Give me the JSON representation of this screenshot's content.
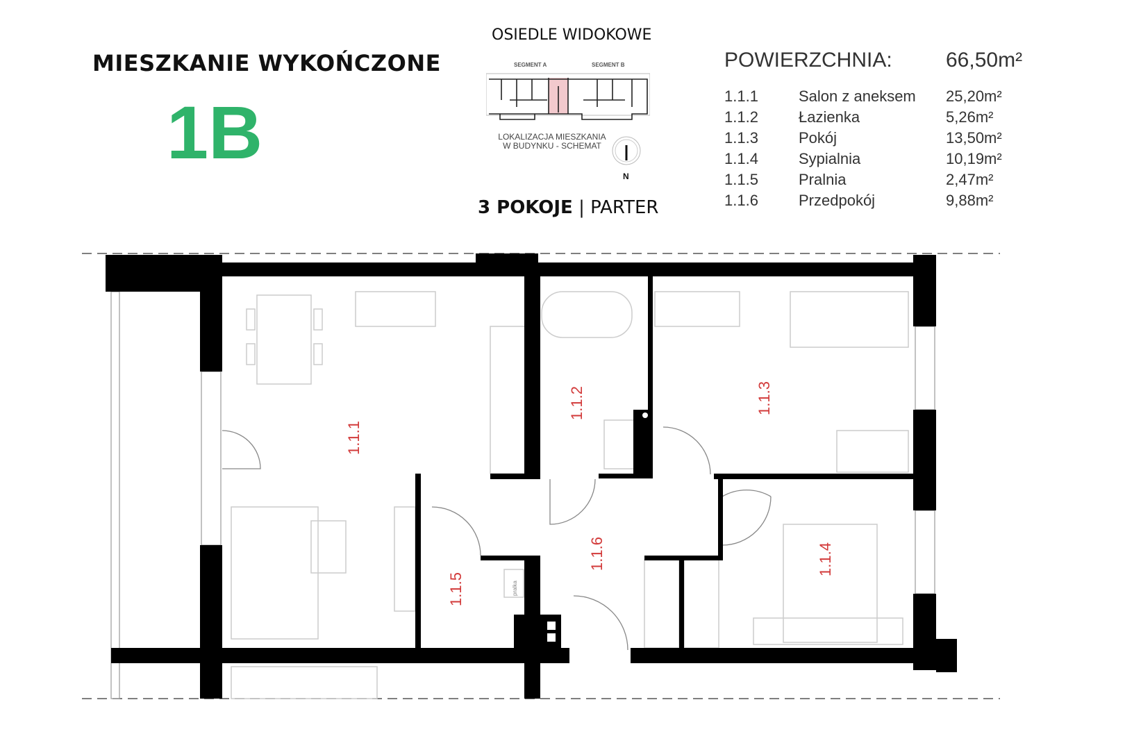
{
  "header": {
    "title": "MIESZKANIE WYKOŃCZONE",
    "apartment_code": "1B",
    "estate": "OSIEDLE WIDOKOWE",
    "segment_a": "SEGMENT A",
    "segment_b": "SEGMENT B",
    "location_line1": "LOKALIZACJA MIESZKANIA",
    "location_line2": "W BUDYNKU - SCHEMAT",
    "north": "N",
    "rooms": "3 POKOJE",
    "separator": "|",
    "floor": "PARTER"
  },
  "area": {
    "label": "POWIERZCHNIA:",
    "total": "66,50m²",
    "rooms": [
      {
        "no": "1.1.1",
        "name": "Salon z aneksem",
        "area": "25,20m²"
      },
      {
        "no": "1.1.2",
        "name": "Łazienka",
        "area": "5,26m²"
      },
      {
        "no": "1.1.3",
        "name": "Pokój",
        "area": "13,50m²"
      },
      {
        "no": "1.1.4",
        "name": "Sypialnia",
        "area": "10,19m²"
      },
      {
        "no": "1.1.5",
        "name": "Pralnia",
        "area": "2,47m²"
      },
      {
        "no": "1.1.6",
        "name": "Przedpokój",
        "area": "9,88m²"
      }
    ]
  },
  "plan": {
    "labels": [
      "1.1.1",
      "1.1.2",
      "1.1.3",
      "1.1.4",
      "1.1.5",
      "1.1.6"
    ],
    "washer": "pralka",
    "highlight_color": "#f2c9cd",
    "label_color": "#d23a3a",
    "accent": "#2fb36a"
  }
}
